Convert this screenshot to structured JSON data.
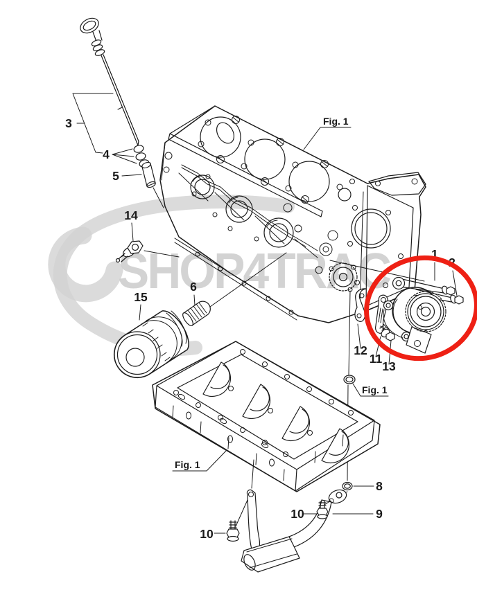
{
  "watermark": {
    "text": "SHOP4TRAC"
  },
  "colors": {
    "line": "#1c1c1c",
    "highlight": "#ee2014",
    "watermark": "#cccccc"
  },
  "fig_labels": {
    "top": "Fig. 1",
    "middle": "Fig. 1",
    "bottom": "Fig. 1"
  },
  "callouts": {
    "n1": "1",
    "n2": "2",
    "n3": "3",
    "n4": "4",
    "n5": "5",
    "n6": "6",
    "n8": "8",
    "n9": "9",
    "n10a": "10",
    "n10b": "10",
    "n11": "11",
    "n12": "12",
    "n13": "13",
    "n14": "14",
    "n15": "15"
  }
}
